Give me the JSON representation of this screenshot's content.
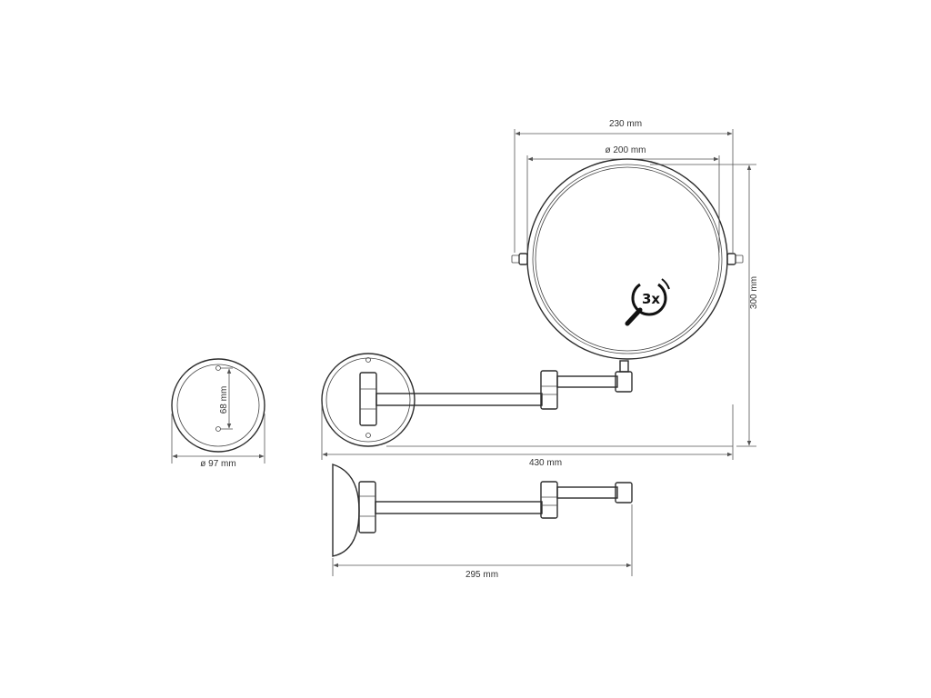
{
  "dimensions": {
    "mirror_width": "230 mm",
    "mirror_diameter": "ø 200 mm",
    "height": "300 mm",
    "total_length": "430 mm",
    "wall_plate_diameter": "ø 97 mm",
    "hole_spacing": "68 mm",
    "side_length": "295 mm"
  },
  "magnification": "3x"
}
